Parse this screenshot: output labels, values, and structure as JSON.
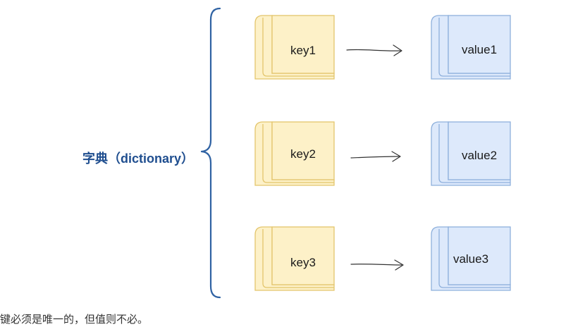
{
  "diagram": {
    "label": "字典（dictionary）",
    "pairs": [
      {
        "key": "key1",
        "value": "value1"
      },
      {
        "key": "key2",
        "value": "value2"
      },
      {
        "key": "key3",
        "value": "value3"
      }
    ]
  },
  "caption": "键必须是唯一的，但值则不必。",
  "colors": {
    "label": "#1f4e8f",
    "brace": "#2f62a3",
    "key_fill": "#fdf1c8",
    "key_stroke": "#e3c56c",
    "value_fill": "#dde9fb",
    "value_stroke": "#8eb0dc",
    "arrow": "#333333",
    "text": "#1a1a1a"
  }
}
